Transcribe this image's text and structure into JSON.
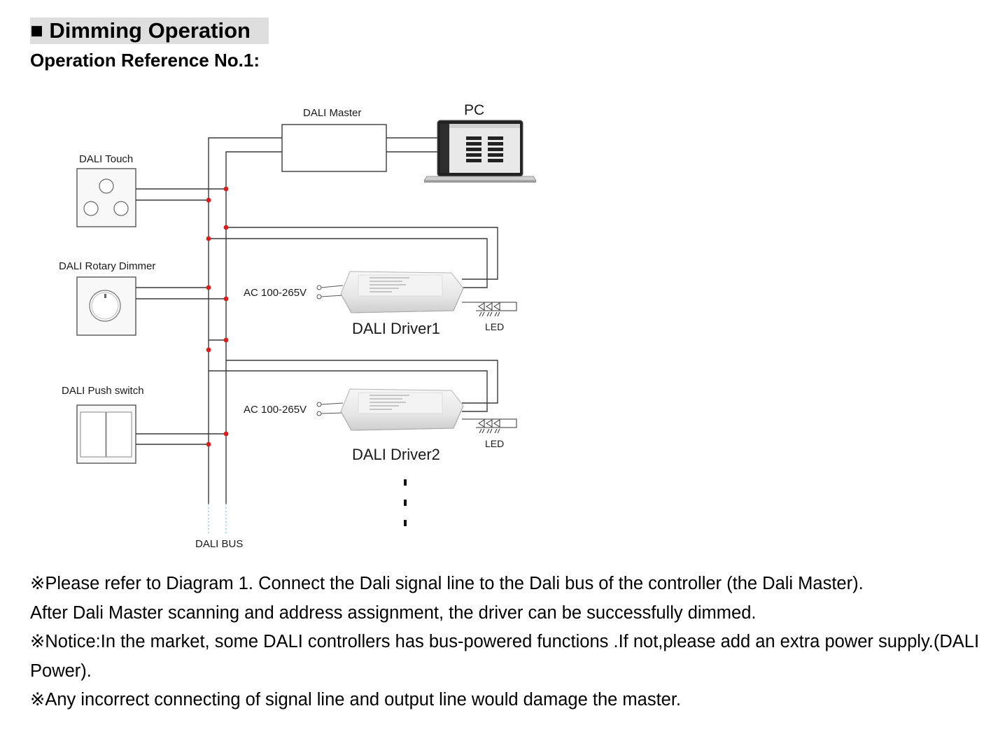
{
  "section": {
    "title": "■ Dimming Operation",
    "subtitle": "Operation Reference No.1:"
  },
  "diagram": {
    "dali_master_label": "DALI Master",
    "pc_label": "PC",
    "dali_touch_label": "DALI Touch",
    "rotary_dimmer_label": "DALI Rotary Dimmer",
    "push_switch_label": "DALI Push switch",
    "ac_input_label_1": "AC 100-265V",
    "ac_input_label_2": "AC 100-265V",
    "driver1_label": "DALI Driver1",
    "driver2_label": "DALI Driver2",
    "led_label_1": "LED",
    "led_label_2": "LED",
    "bus_label": "DALI BUS",
    "colors": {
      "wire": "#3a3a3a",
      "junction": "#d81e1e",
      "bus_dotted": "#8fc6e8",
      "driver_body": "#ececec"
    }
  },
  "notes": [
    "※Please refer to Diagram 1. Connect the Dali signal line to the Dali bus of the controller (the Dali Master).",
    "After Dali Master scanning and address assignment, the driver can be successfully dimmed.",
    "※Notice:In the market, some DALI controllers has bus-powered functions .If not,please add an extra power supply.(DALI Power).",
    "※Any incorrect connecting of signal line and output line would damage the master."
  ]
}
